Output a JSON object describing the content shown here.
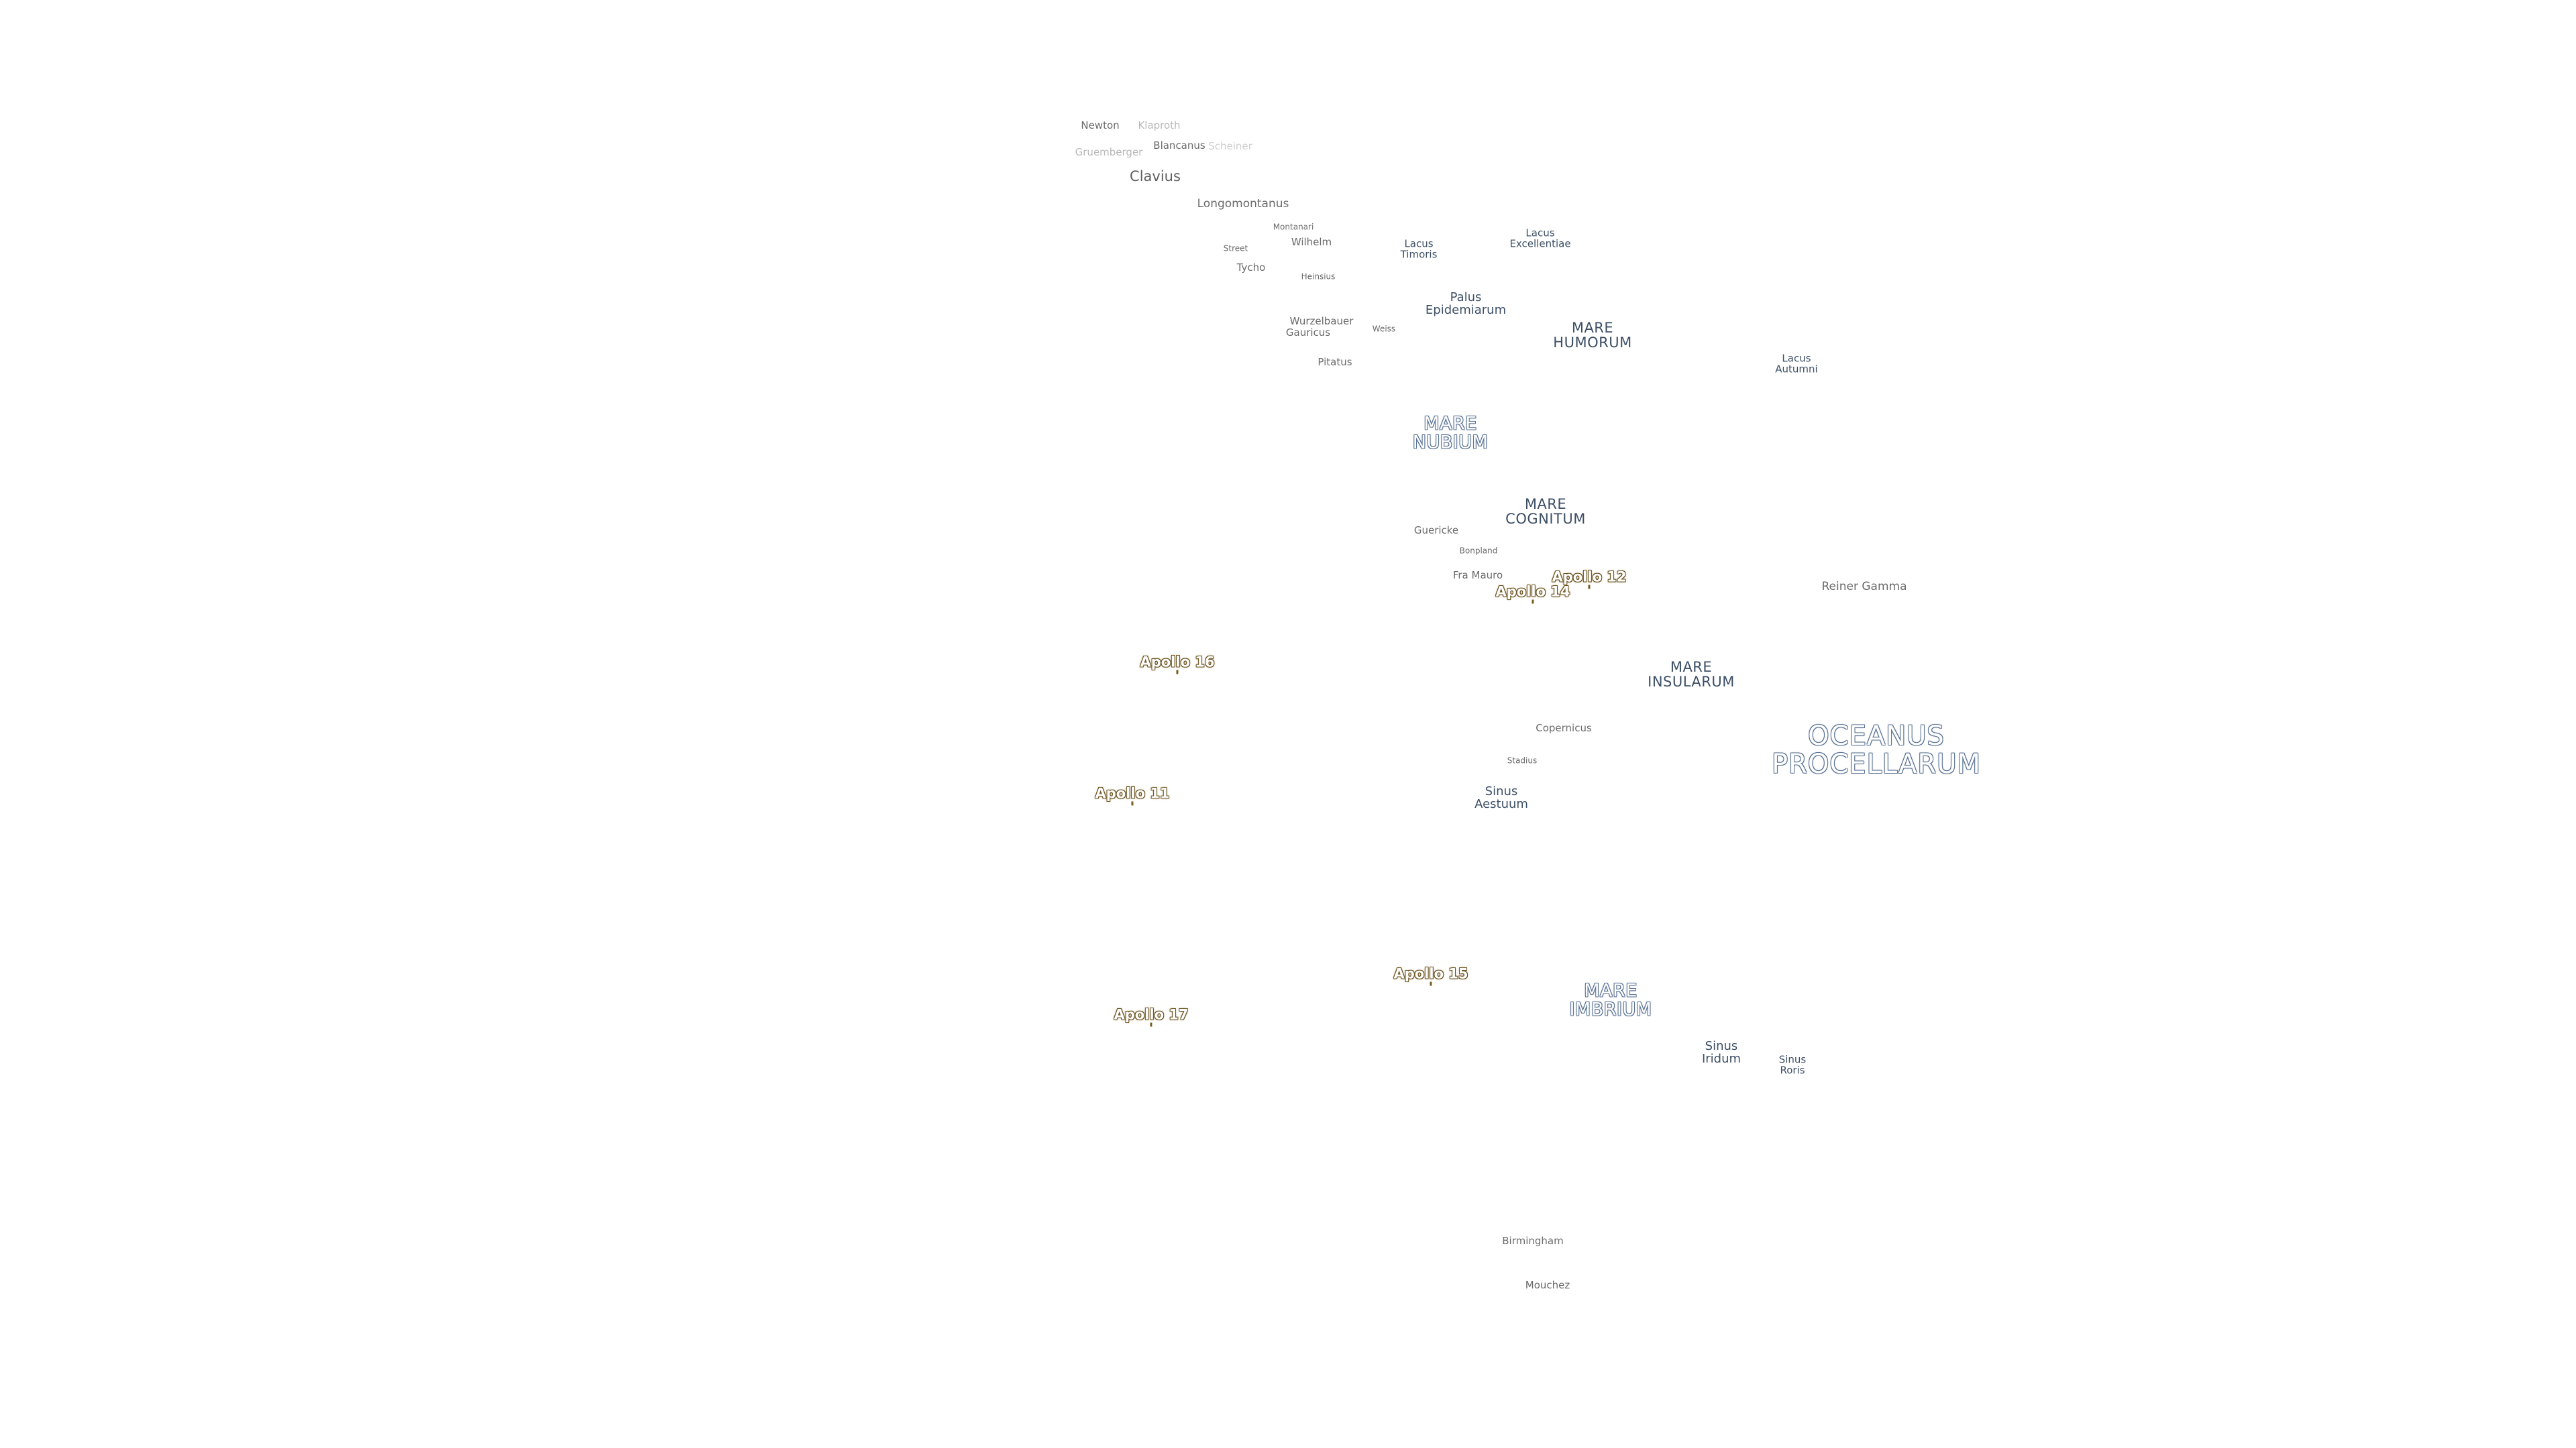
{
  "labels": {
    "newton": "Newton",
    "klaproth": "Klaproth",
    "gruemberger": "Gruemberger",
    "blancanus": "Blancanus",
    "scheiner": "Scheiner",
    "clavius": "Clavius",
    "longomontanus": "Longomontanus",
    "montanari": "Montanari",
    "wilhelm": "Wilhelm",
    "street": "Street",
    "tycho": "Tycho",
    "heinsius": "Heinsius",
    "lacus_timoris": [
      "Lacus",
      "Timoris"
    ],
    "lacus_excellentiae": [
      "Lacus",
      "Excellentiae"
    ],
    "palus_epidemiarum": [
      "Palus",
      "Epidemiarum"
    ],
    "wurzelbauer": "Wurzelbauer",
    "gauricus": "Gauricus",
    "weiss": "Weiss",
    "mare_humorum": [
      "MARE",
      "HUMORUM"
    ],
    "pitatus": "Pitatus",
    "lacus_autumni": [
      "Lacus",
      "Autumni"
    ],
    "mare_nubium": [
      "MARE",
      "NUBIUM"
    ],
    "mare_cognitum": [
      "MARE",
      "COGNITUM"
    ],
    "guericke": "Guericke",
    "bonpland": "Bonpland",
    "fra_mauro": "Fra Mauro",
    "reiner_gamma": "Reiner Gamma",
    "mare_insularum": [
      "MARE",
      "INSULARUM"
    ],
    "copernicus": "Copernicus",
    "stadius": "Stadius",
    "sinus_aestuum": [
      "Sinus",
      "Aestuum"
    ],
    "oceanus_procellarum": [
      "OCEANUS",
      "PROCELLARUM"
    ],
    "mare_imbrium": [
      "MARE",
      "IMBRIUM"
    ],
    "sinus_iridum": [
      "Sinus",
      "Iridum"
    ],
    "sinus_roris": [
      "Sinus",
      "Roris"
    ],
    "birmingham": "Birmingham",
    "mouchez": "Mouchez"
  },
  "apollo_sites": {
    "apollo_11": "Apollo 11",
    "apollo_12": "Apollo 12",
    "apollo_14": "Apollo 14",
    "apollo_15": "Apollo 15",
    "apollo_16": "Apollo 16",
    "apollo_17": "Apollo 17"
  },
  "colors": {
    "background": "#ffffff",
    "crater_text": "#6a6a6a",
    "mare_text": "#3d4f66",
    "mare_outline": "#5a7396",
    "apollo_outline": "#6b5320"
  }
}
